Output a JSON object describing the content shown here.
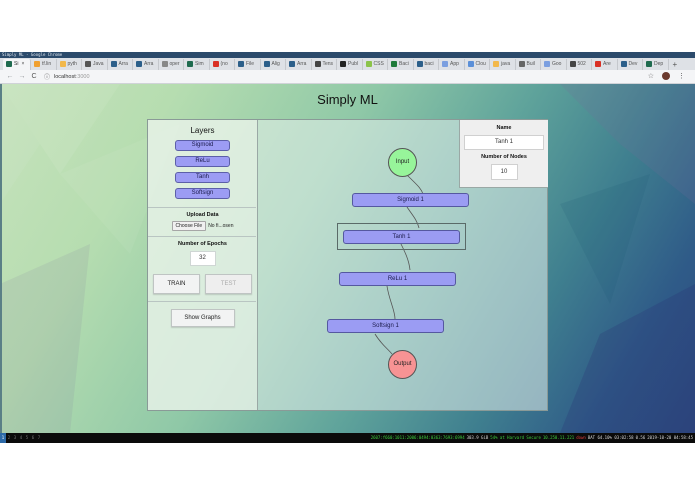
{
  "window": {
    "title": "Simply ML - Google Chrome"
  },
  "browser": {
    "tabs": [
      {
        "label": "Si",
        "favicon": "#1f6b4f",
        "active": true
      },
      {
        "label": "tf.lin",
        "favicon": "#f0a030"
      },
      {
        "label": "pyth",
        "favicon": "#f2b84b"
      },
      {
        "label": "Java",
        "favicon": "#555555"
      },
      {
        "label": "Arra",
        "favicon": "#2c5f8a"
      },
      {
        "label": "Arra",
        "favicon": "#2c5f8a"
      },
      {
        "label": "oper",
        "favicon": "#888888"
      },
      {
        "label": "Sim",
        "favicon": "#1f6b4f"
      },
      {
        "label": "(no",
        "favicon": "#d93025"
      },
      {
        "label": "File",
        "favicon": "#2c5f8a"
      },
      {
        "label": "Alig",
        "favicon": "#2c5f8a"
      },
      {
        "label": "Arra",
        "favicon": "#2c5f8a"
      },
      {
        "label": "Tens",
        "favicon": "#444444"
      },
      {
        "label": "Publ",
        "favicon": "#222222"
      },
      {
        "label": "CSS",
        "favicon": "#8bc34a"
      },
      {
        "label": "Baci",
        "favicon": "#1e7a3a"
      },
      {
        "label": "baci",
        "favicon": "#2c5f8a"
      },
      {
        "label": "App",
        "favicon": "#7b9fe0"
      },
      {
        "label": "Clou",
        "favicon": "#5a8fd8"
      },
      {
        "label": "java",
        "favicon": "#f2b84b"
      },
      {
        "label": "Buil",
        "favicon": "#666666"
      },
      {
        "label": "Goo",
        "favicon": "#7b9fe0"
      },
      {
        "label": "502",
        "favicon": "#444444"
      },
      {
        "label": "Are",
        "favicon": "#d93025"
      },
      {
        "label": "Dev",
        "favicon": "#2c5f8a"
      },
      {
        "label": "Dep",
        "favicon": "#1f6b4f"
      }
    ],
    "new_tab": "+",
    "close_tab": "×",
    "url_host": "localhost",
    "url_port": ":3000",
    "icons": {
      "back": "←",
      "forward": "→",
      "reload": "C",
      "info": "ⓘ",
      "star": "☆",
      "menu": "⋮"
    }
  },
  "app": {
    "title": "Simply ML",
    "sidebar": {
      "heading": "Layers",
      "layers": [
        "Sigmoid",
        "ReLu",
        "Tanh",
        "Softsign"
      ],
      "upload_label": "Upload Data",
      "choose_file": "Choose File",
      "file_name": "No fi...osen",
      "epochs_label": "Number of Epochs",
      "epochs_value": "32",
      "train_label": "TRAIN",
      "test_label": "TEST",
      "show_graphs_label": "Show Graphs"
    },
    "graph": {
      "input_label": "Input",
      "output_label": "Output",
      "layers": [
        {
          "label": "Sigmoid 1"
        },
        {
          "label": "Tanh 1",
          "selected": true
        },
        {
          "label": "ReLu 1"
        },
        {
          "label": "Softsign 1"
        }
      ]
    },
    "properties": {
      "name_label": "Name",
      "name_value": "Tanh 1",
      "nodes_label": "Number of Nodes",
      "nodes_value": "10"
    },
    "colors": {
      "layer_fill": "#9b9cf3",
      "input_fill": "#97f59a",
      "output_fill": "#f79394"
    }
  },
  "taskbar": {
    "workspaces": [
      "1",
      "2",
      "3",
      "4",
      "5",
      "6",
      "7"
    ],
    "status": {
      "network": "2607:f660:1011:2006:0494:0363:7693:6994",
      "disk": "303.9 GiB",
      "wifi": "54% at Harvard Secure",
      "ip": "10.250.11.221",
      "vpn": "down",
      "battery": "BAT 64.10% 03:02:58",
      "load": "0.56",
      "datetime": "2019-10-20 04:58:45"
    }
  }
}
